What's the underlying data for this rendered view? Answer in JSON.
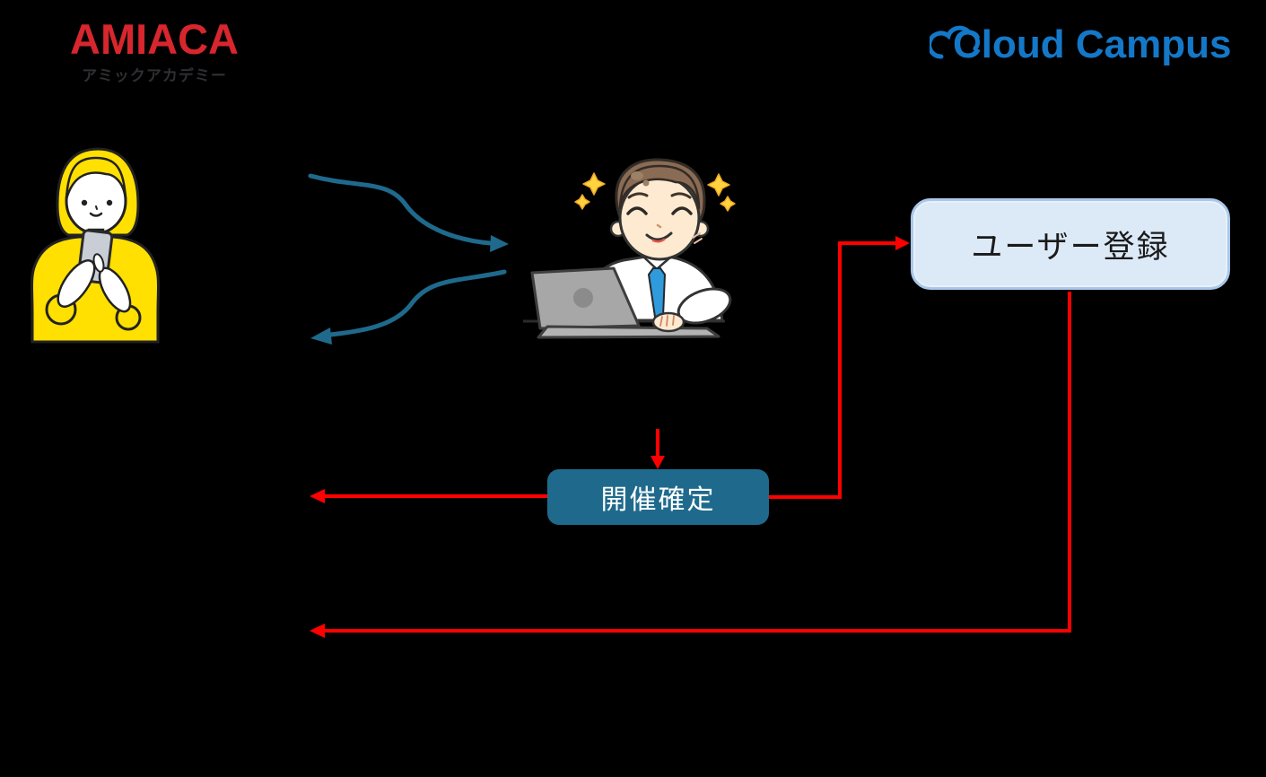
{
  "logos": {
    "amiaca": {
      "title": "AMIACA",
      "subtitle": "アミックアカデミー",
      "title_color": "#d7262d",
      "subtitle_color": "#2f2f33"
    },
    "cloud_campus": {
      "label": "Cloud Campus",
      "color": "#1478c8",
      "icon": "cloud-icon"
    }
  },
  "diagram": {
    "nodes": {
      "user_registration": {
        "label": "ユーザー登録",
        "fill": "#dce9f7",
        "border": "#a9c7e9",
        "text_color": "#1a1a1a"
      },
      "event_confirmed": {
        "label": "開催確定",
        "fill": "#1f6a8c",
        "text_color": "#ffffff"
      }
    },
    "actors": {
      "student": {
        "icon": "woman-with-phone-illustration"
      },
      "staff": {
        "icon": "man-at-laptop-illustration"
      }
    },
    "colors": {
      "red_connector": "#ff0000",
      "teal_connector": "#1f6a8c",
      "sparkle": "#ffd23e",
      "sparkle_outline": "#eda928",
      "woman_yellow": "#ffe000",
      "phone_gray": "#c9ced6",
      "man_hair": "#8a6b54",
      "man_skin": "#fdead0",
      "tie_blue": "#2f9bdc",
      "laptop_gray": "#a7a7a7",
      "laptop_base_gray": "#b3b3b3"
    }
  },
  "icons": {
    "cloud": "cloud-icon",
    "sparkle": "sparkle-icon",
    "smartphone": "smartphone-icon",
    "laptop": "laptop-icon"
  }
}
